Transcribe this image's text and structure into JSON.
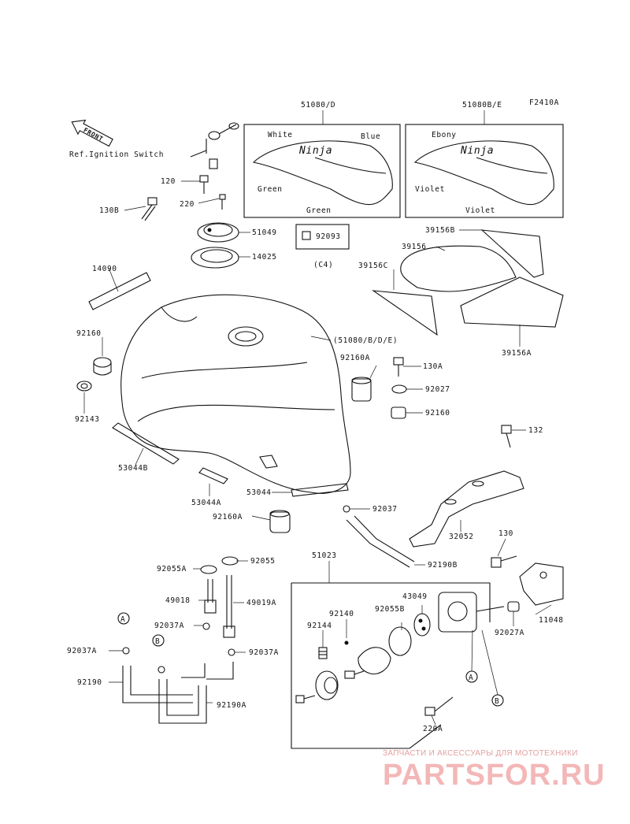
{
  "figure_code": "F2410A",
  "front_label": "FRONT",
  "ref_note": "Ref.Ignition Switch",
  "decal_boxes": [
    {
      "part_no": "51080/D",
      "colors": [
        "White",
        "Blue",
        "Green",
        "Green"
      ],
      "logo": "Ninja"
    },
    {
      "part_no": "51080B/E",
      "colors": [
        "Ebony",
        "Violet",
        "Violet"
      ],
      "logo": "Ninja"
    }
  ],
  "detail_box": {
    "part_no": "92093",
    "note": "(C4)"
  },
  "callouts": [
    "120",
    "220",
    "130B",
    "51049",
    "14025",
    "14090",
    "92160",
    "92143",
    "53044B",
    "53044A",
    "53044",
    "92160A",
    "92055A",
    "92055",
    "49018",
    "49019A",
    "92037A",
    "92037A",
    "92037A",
    "92190",
    "92190A",
    "(51080/B/D/E)",
    "92160A",
    "130A",
    "92027",
    "92160",
    "132",
    "92037",
    "32052",
    "92190B",
    "39156B",
    "39156",
    "39156C",
    "39156A",
    "51023",
    "92140",
    "92055B",
    "43049",
    "92144",
    "130",
    "11048",
    "92027A",
    "220A"
  ],
  "ref_marks": [
    "A",
    "B",
    "A",
    "B"
  ],
  "watermark": {
    "caption": "ЗАПЧАСТИ И АКСЕССУАРЫ ДЛЯ МОТОТЕХНИКИ",
    "logo": "PARTSFOR.RU"
  }
}
